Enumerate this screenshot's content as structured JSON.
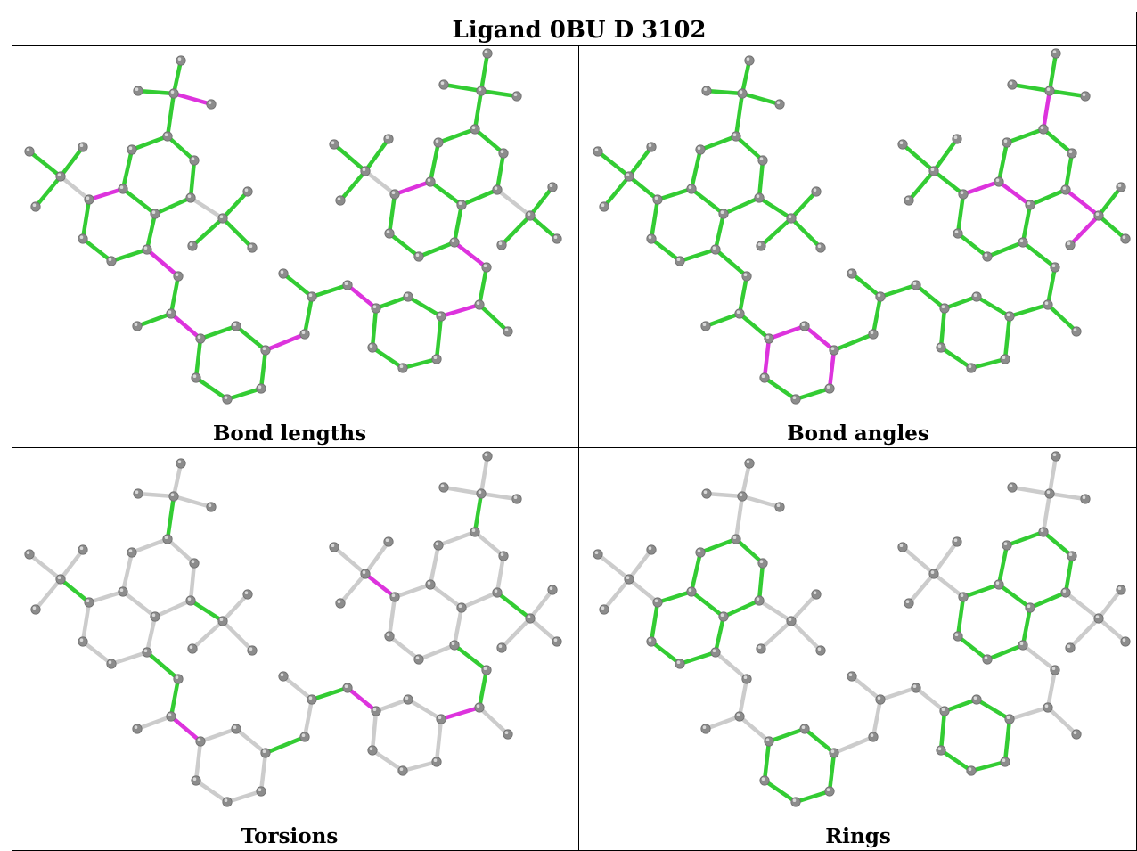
{
  "title": "Ligand 0BU D 3102",
  "colors": {
    "atom": "#8c8c8c",
    "atom_highlight": "#d9d9d9",
    "bond_default": "#cccccc",
    "bond_ok": "#33cc33",
    "bond_outlier": "#dd33dd",
    "border": "#000000"
  },
  "panels": [
    {
      "caption": "Bond lengths",
      "key": "lengths"
    },
    {
      "caption": "Bond angles",
      "key": "angles"
    },
    {
      "caption": "Torsions",
      "key": "torsions"
    },
    {
      "caption": "Rings",
      "key": "rings"
    }
  ]
}
